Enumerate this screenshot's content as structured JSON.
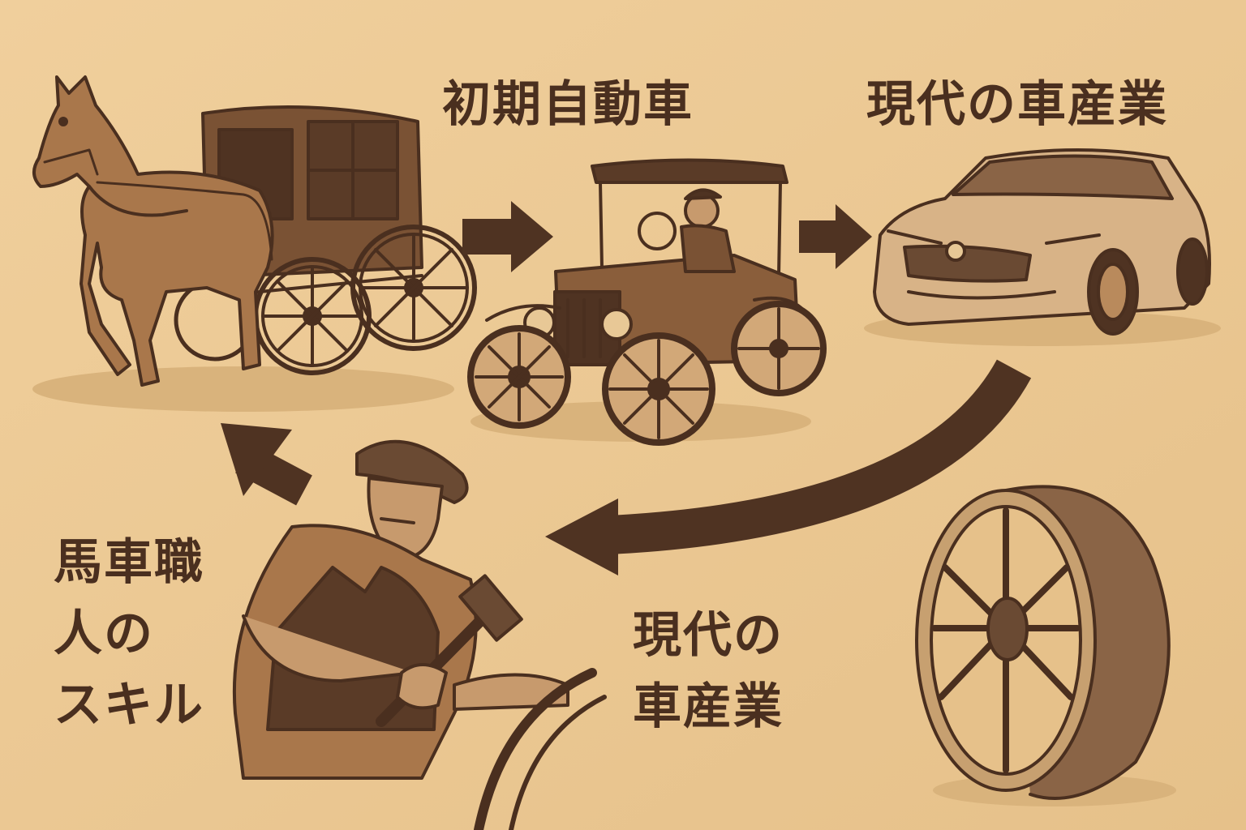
{
  "labels": {
    "early_car": "初期自動車",
    "modern_industry_top": "現代の車産業",
    "craftsman_skill_lines": [
      "馬車職",
      "人の",
      "スキル"
    ],
    "modern_industry_bottom_lines": [
      "現代の",
      "車産業"
    ]
  },
  "colors": {
    "background": "#ecc994",
    "ink": "#4a2f1f",
    "shade": "#b98a5c"
  },
  "illustrations": [
    "horse-carriage",
    "early-automobile",
    "modern-car",
    "craftsman-with-hammer",
    "wheel-with-tire"
  ]
}
